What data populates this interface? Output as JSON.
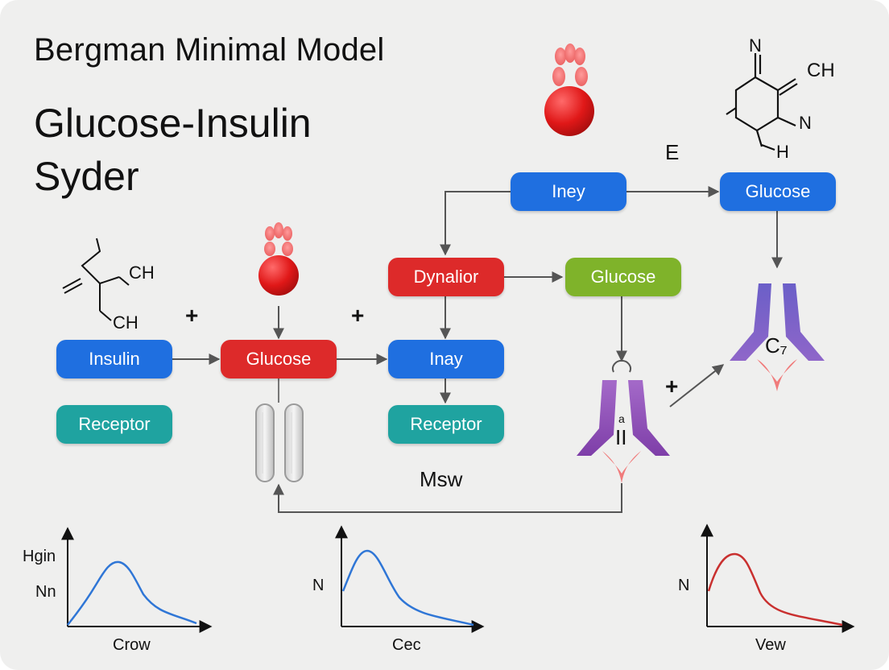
{
  "header": {
    "title": "Bergman Minimal Model",
    "subtitle_line1": "Glucose-Insulin",
    "subtitle_line2": "Syder"
  },
  "colors": {
    "blue": "#1f6fe0",
    "red": "#dd2a2a",
    "teal": "#1fa3a0",
    "green": "#7fb32a",
    "purple": "#7a5cc0",
    "violet": "#9b58b5",
    "graph_blue": "#2f76d6",
    "graph_red": "#c9302f"
  },
  "nodes": {
    "insulin": "Insulin",
    "receptor_left": "Receptor",
    "glucose_center": "Glucose",
    "inay": "Inay",
    "receptor_center": "Receptor",
    "dynalior": "Dynalior",
    "glucose_green": "Glucose",
    "iney": "Iney",
    "glucose_top_right": "Glucose"
  },
  "labels": {
    "plus": "+",
    "msw": "Msw",
    "e_label": "E",
    "receptor_right_symbol": "C₇",
    "receptor_center_symbol": "a",
    "receptor_center_bar": "II"
  },
  "molecules": {
    "left": {
      "ch_top": "CH",
      "ch_bottom": "CH"
    },
    "top_right": {
      "n_top": "N",
      "ch": "CH",
      "n_right": "N",
      "h": "H"
    }
  },
  "icons": {
    "red_cell_top": "red-blood-cell-icon",
    "red_cell_center": "red-blood-cell-icon",
    "capsule": "capsule-icon",
    "receptor_center": "receptor-icon",
    "receptor_right": "receptor-icon"
  },
  "graphs": [
    {
      "ylabel_top": "Hgin",
      "ylabel": "Nn",
      "xlabel": "Crow",
      "color": "graph_blue"
    },
    {
      "ylabel": "N",
      "xlabel": "Cec",
      "color": "graph_blue"
    },
    {
      "ylabel": "N",
      "xlabel": "Vew",
      "color": "graph_red"
    }
  ]
}
